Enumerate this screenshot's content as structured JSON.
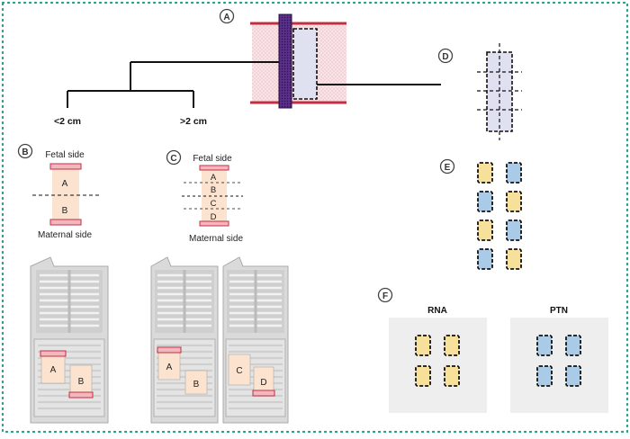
{
  "panels": {
    "a": {
      "label": "A"
    },
    "b": {
      "label": "B",
      "top_text": "Fetal side",
      "bottom_text": "Maternal side",
      "sections": [
        "A",
        "B"
      ]
    },
    "c": {
      "label": "C",
      "top_text": "Fetal side",
      "bottom_text": "Maternal side",
      "sections": [
        "A",
        "B",
        "C",
        "D"
      ]
    },
    "d": {
      "label": "D"
    },
    "e": {
      "label": "E"
    },
    "f": {
      "label": "F",
      "left_title": "RNA",
      "right_title": "PTN"
    }
  },
  "tree": {
    "left_label": "<2 cm",
    "right_label": ">2 cm"
  },
  "cassettes": {
    "b_cassette": [
      "A",
      "B"
    ],
    "c_cassette_1": [
      "A",
      "B"
    ],
    "c_cassette_2": [
      "C",
      "D"
    ]
  },
  "colors": {
    "border_dots": "#2a9a88",
    "label_circle": "#444444",
    "membrane_red": "#c03040",
    "tissue_pink": "#f6dfe2",
    "section_peach": "#fbe3cf",
    "purple_cord": "#5a2f8a",
    "sample_lavender": "#dfe1f1",
    "rna_yellow": "#f7e09a",
    "ptn_blue": "#a9cbe8",
    "panel_bg": "#eeeeee",
    "cassette_gray": "#d6d6d6"
  },
  "icons": [
    "purple-umbilical-cord-strip",
    "histology-cassette-icon",
    "sample-tile-icon"
  ]
}
